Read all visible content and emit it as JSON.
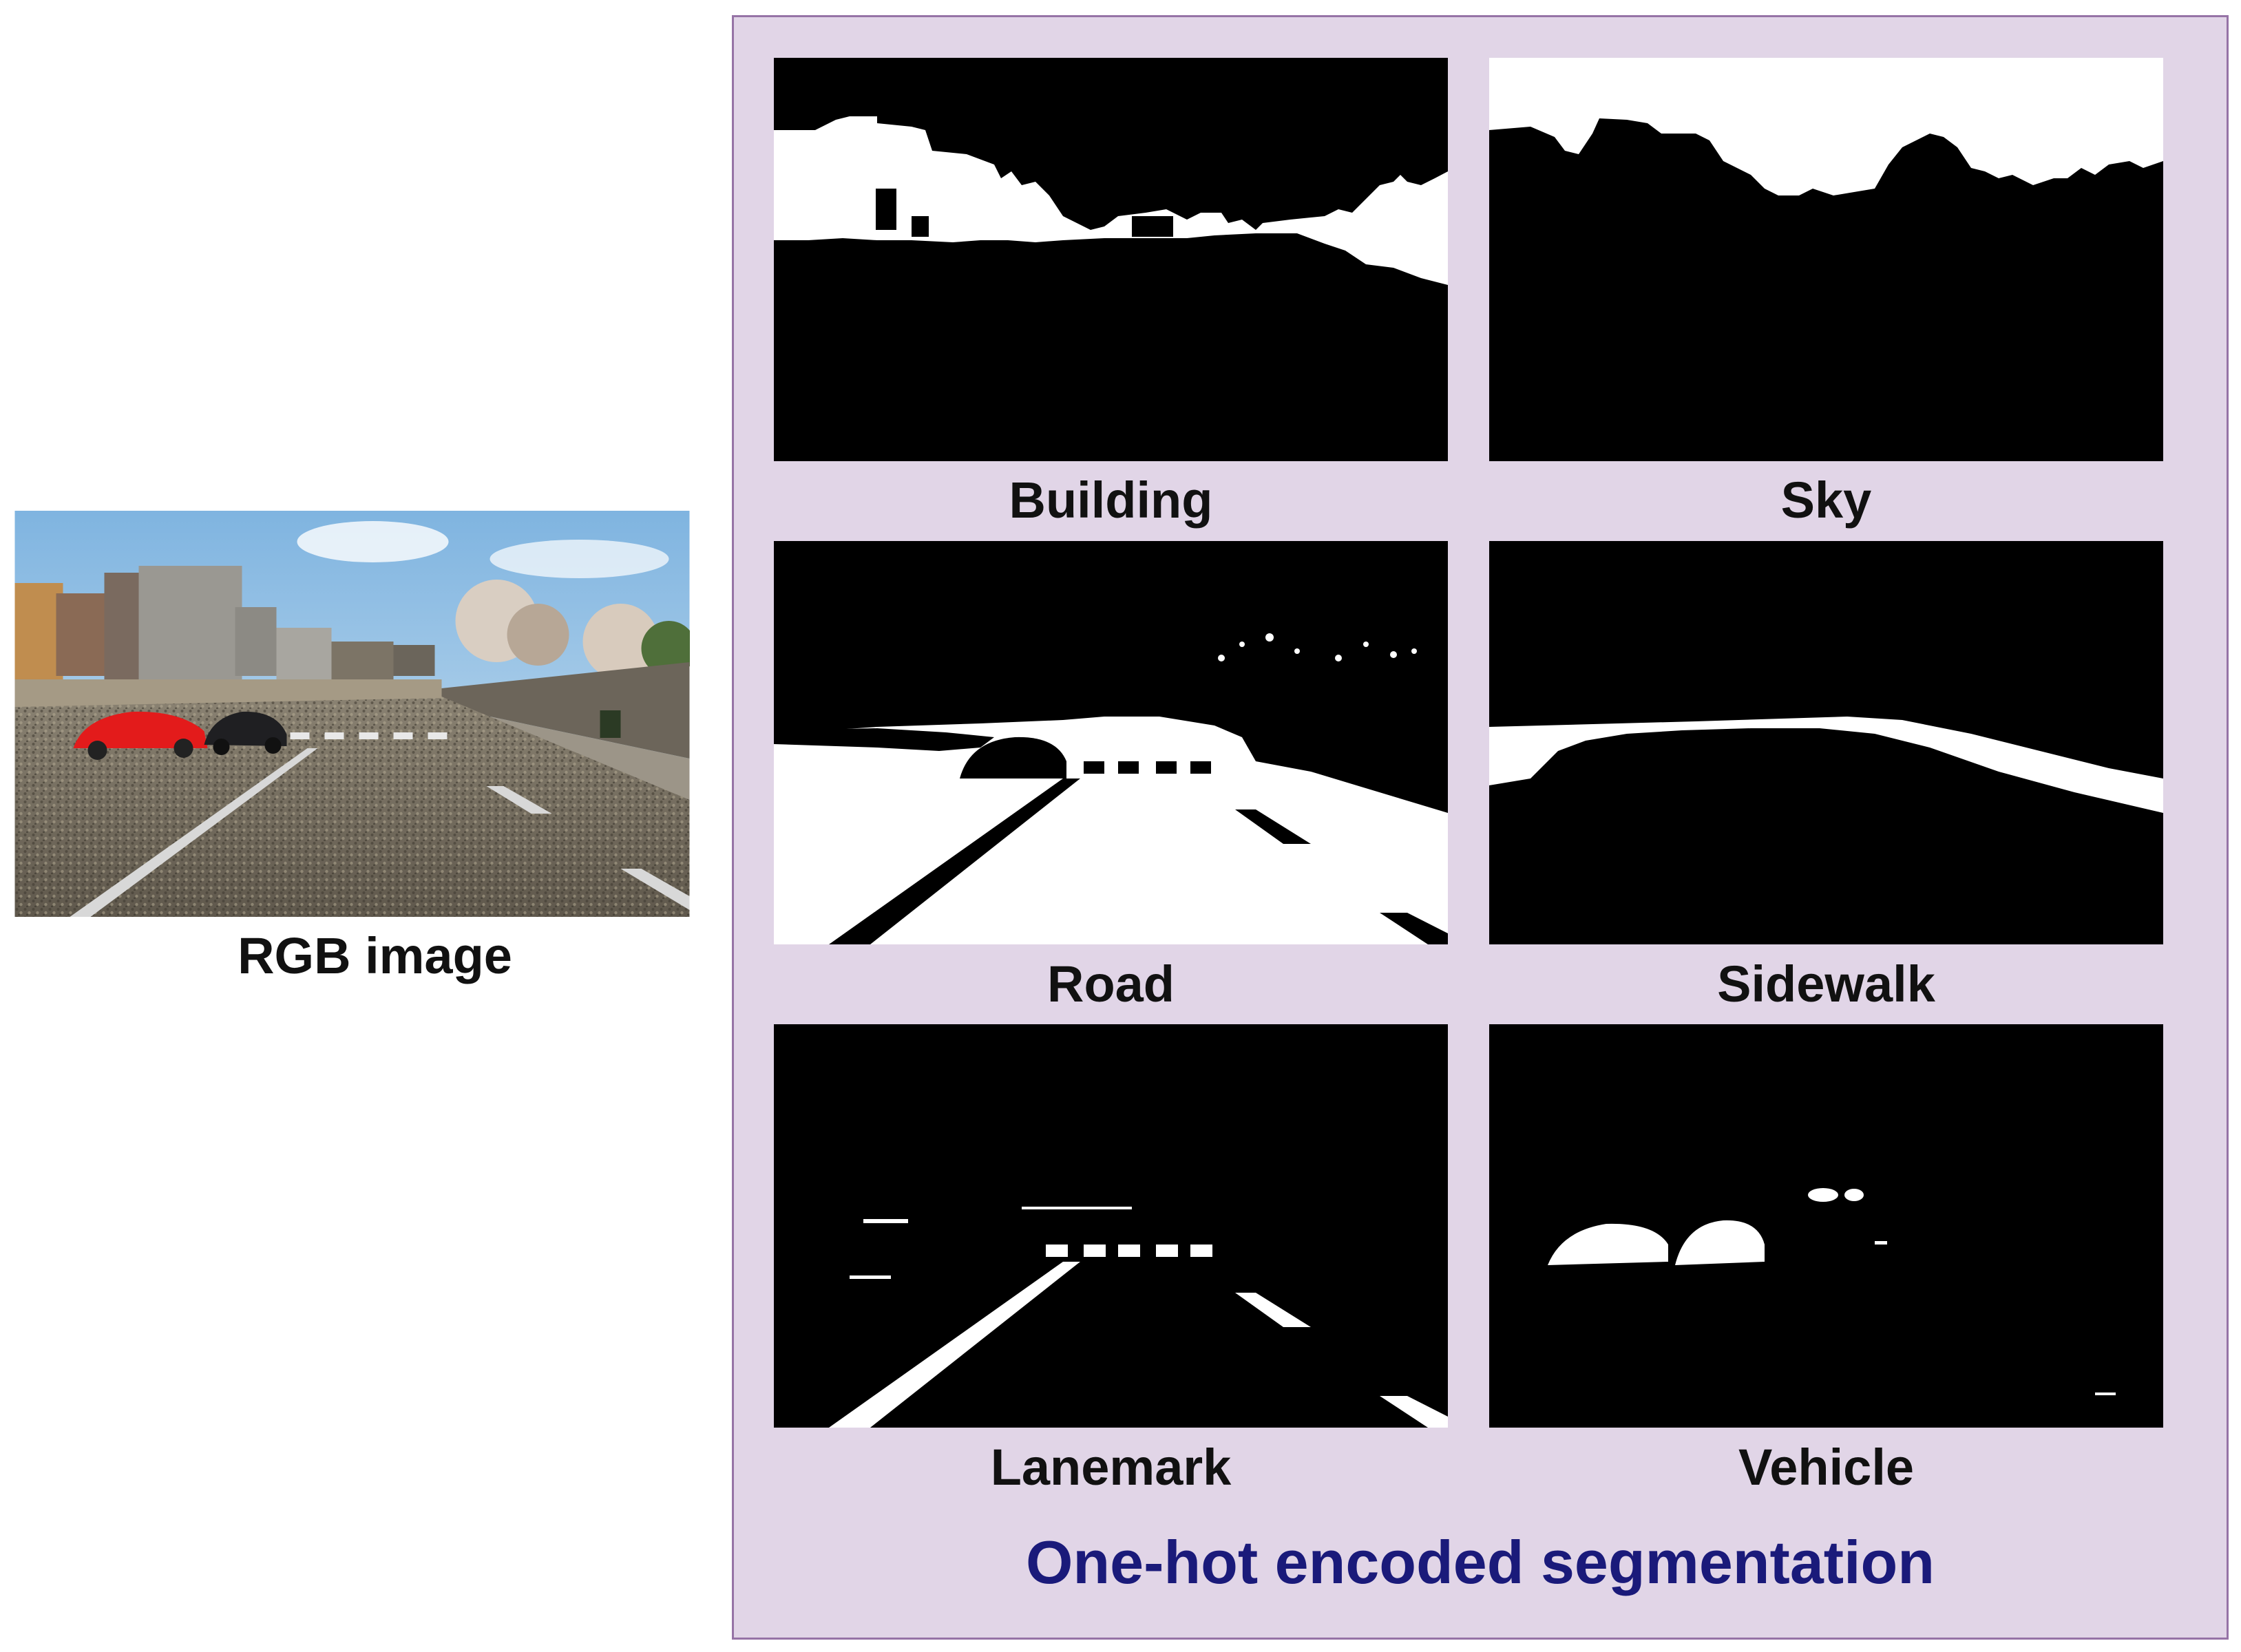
{
  "rgb_image": {
    "caption": "RGB image"
  },
  "segmentation": {
    "title": "One-hot encoded segmentation",
    "masks": [
      {
        "label": "Building"
      },
      {
        "label": "Sky"
      },
      {
        "label": "Road"
      },
      {
        "label": "Sidewalk"
      },
      {
        "label": "Lanemark"
      },
      {
        "label": "Vehicle"
      }
    ]
  },
  "colors": {
    "panel_fill": "#e1d5e7",
    "panel_border": "#9673a6",
    "title_color": "#1a1a7a",
    "mask_foreground": "#ffffff",
    "mask_background": "#000000"
  }
}
